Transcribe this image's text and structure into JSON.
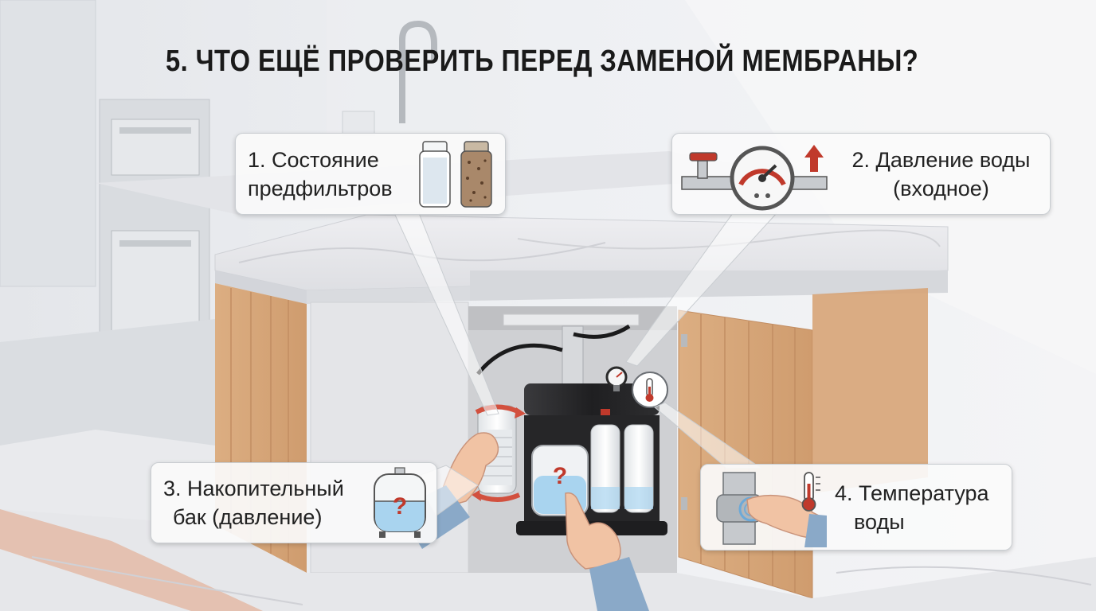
{
  "title": "5. ЧТО ЕЩЁ ПРОВЕРИТЬ ПЕРЕД ЗАМЕНОЙ МЕМБРАНЫ?",
  "callouts": [
    {
      "line1": "1. Состояние",
      "line2": "предфильтров",
      "icon": "prefilter-cartridges-icon"
    },
    {
      "line1": "2. Давление воды",
      "line2": "(входное)",
      "icon": "pressure-gauge-icon"
    },
    {
      "line1": "3. Накопительный",
      "line2": "бак (давление)",
      "icon": "storage-tank-icon"
    },
    {
      "line1": "4. Температура",
      "line2": "воды",
      "icon": "thermometer-icon"
    }
  ],
  "colors": {
    "title": "#1a1a1a",
    "wood": "#d9a77a",
    "marble": "#e9e9ec",
    "filter-housing": "#2a2a2c",
    "accent-red": "#c0392b",
    "water-blue": "#a9d4ef"
  }
}
